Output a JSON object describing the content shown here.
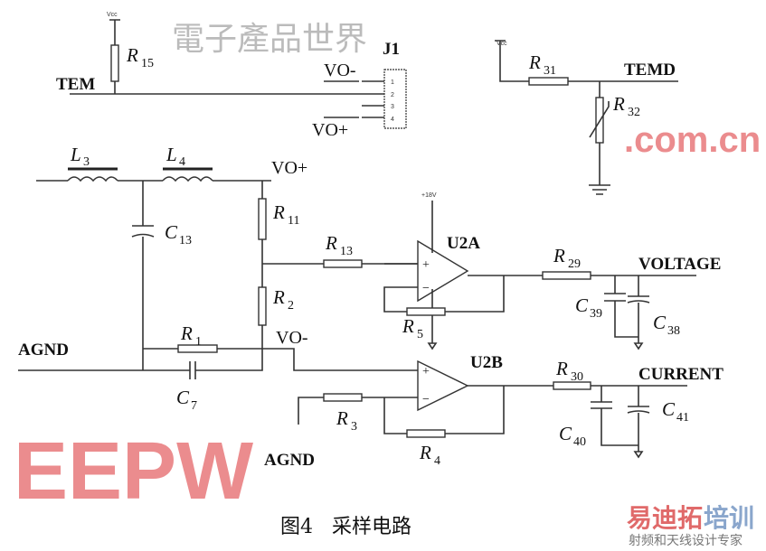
{
  "diagram": {
    "caption": "图4   采样电路",
    "connector": {
      "label": "J1",
      "pins": [
        "1",
        "2",
        "3",
        "4"
      ],
      "pin_labels": [
        "VO-",
        "VO+"
      ]
    },
    "nets": {
      "tem": "TEM",
      "temd": "TEMD",
      "voltage": "VOLTAGE",
      "current": "CURRENT",
      "agnd": "AGND",
      "vo_plus": "VO+",
      "vo_minus": "VO-",
      "vcc": "Vcc",
      "supply": "+18V"
    },
    "opamps": {
      "u2a": "U2A",
      "u2b": "U2B"
    },
    "components": {
      "R15": [
        "R",
        "15"
      ],
      "R31": [
        "R",
        "31"
      ],
      "R32": [
        "R",
        "32"
      ],
      "L3": [
        "L",
        "3"
      ],
      "L4": [
        "L",
        "4"
      ],
      "C13": [
        "C",
        "13"
      ],
      "R11": [
        "R",
        "11"
      ],
      "R13": [
        "R",
        "13"
      ],
      "R2": [
        "R",
        "2"
      ],
      "R1": [
        "R",
        "1"
      ],
      "C7": [
        "C",
        "7"
      ],
      "R5": [
        "R",
        "5"
      ],
      "R29": [
        "R",
        "29"
      ],
      "C39": [
        "C",
        "39"
      ],
      "C38": [
        "C",
        "38"
      ],
      "R3": [
        "R",
        "3"
      ],
      "R4": [
        "R",
        "4"
      ],
      "R30": [
        "R",
        "30"
      ],
      "C40": [
        "C",
        "40"
      ],
      "C41": [
        "C",
        "41"
      ]
    },
    "watermark": {
      "main": "EEPW",
      "domain": ".com.cn",
      "chinese": "電子產品世界",
      "color": "#e0464a"
    },
    "logo": {
      "name_red": "易迪拓",
      "name_blue": "培训",
      "tagline": "射频和天线设计专家",
      "red": "#e06a6a",
      "blue": "#8aa6cc"
    }
  }
}
